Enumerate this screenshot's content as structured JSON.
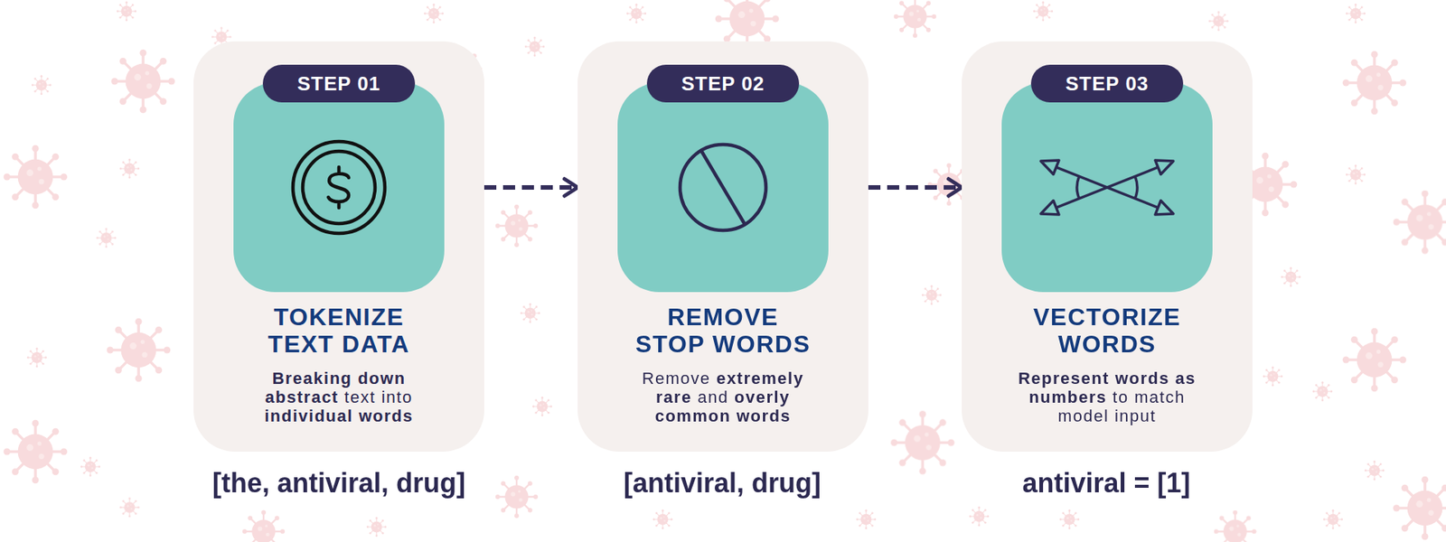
{
  "diagram": {
    "nodes": [
      {
        "text": [
          "TOKENIZE TEXT DATA",
          "Breaking down abstract text into individual words"
        ]
      },
      {
        "text": [
          "STEP 01"
        ],
        "in": 0
      },
      {
        "text": [
          "REMOVE STOP WORDS",
          "Remove extremely rare and overly common words"
        ]
      },
      {
        "text": [
          "STEP 02"
        ],
        "in": 2
      },
      {
        "text": [
          "VECTORIZE WORDS",
          "Represent words as numbers to match model input"
        ]
      },
      {
        "text": [
          "STEP 03"
        ],
        "in": 4
      }
    ],
    "edges": [
      {
        "from": 0,
        "to": 2,
        "arrow": "to"
      },
      {
        "from": 2,
        "to": 4,
        "arrow": "to"
      }
    ],
    "labels": [
      "[the, antiviral, drug]",
      "[antiviral, drug]",
      "antiviral = [1]"
    ]
  }
}
